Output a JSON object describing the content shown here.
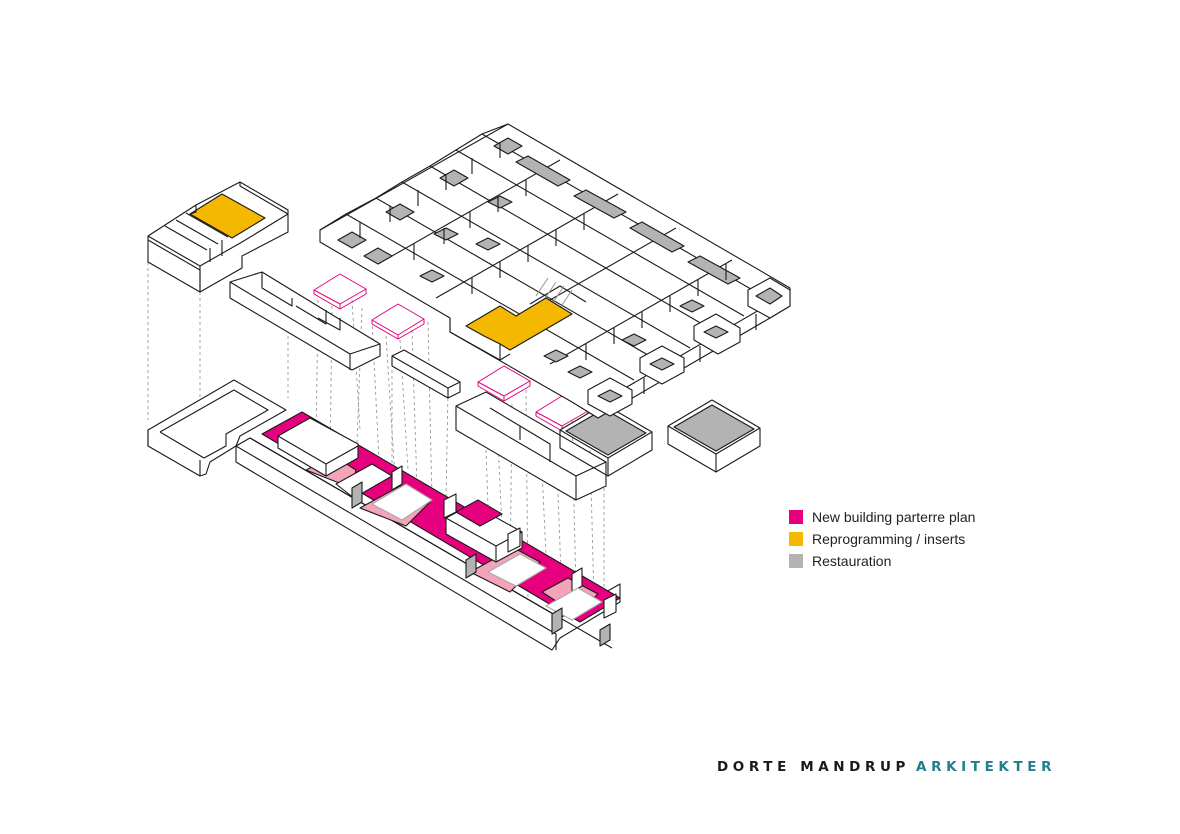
{
  "legend": {
    "items": [
      {
        "label": "New building parterre plan",
        "color": "#e6007e"
      },
      {
        "label": "Reprogramming / inserts",
        "color": "#f5b800"
      },
      {
        "label": "Restauration",
        "color": "#b3b3b3"
      }
    ]
  },
  "brand": {
    "name": "DORTE MANDRUP",
    "suffix": "ARKITEKTER",
    "name_color": "#1a1a1a",
    "suffix_color": "#1f7f8c"
  },
  "colors": {
    "line": "#1a1a1a",
    "new_building": "#e6007e",
    "new_building_light": "#f4a3b8",
    "reprogramming": "#f5b800",
    "restauration": "#b3b3b3",
    "dashed": "#9a9a9a"
  }
}
